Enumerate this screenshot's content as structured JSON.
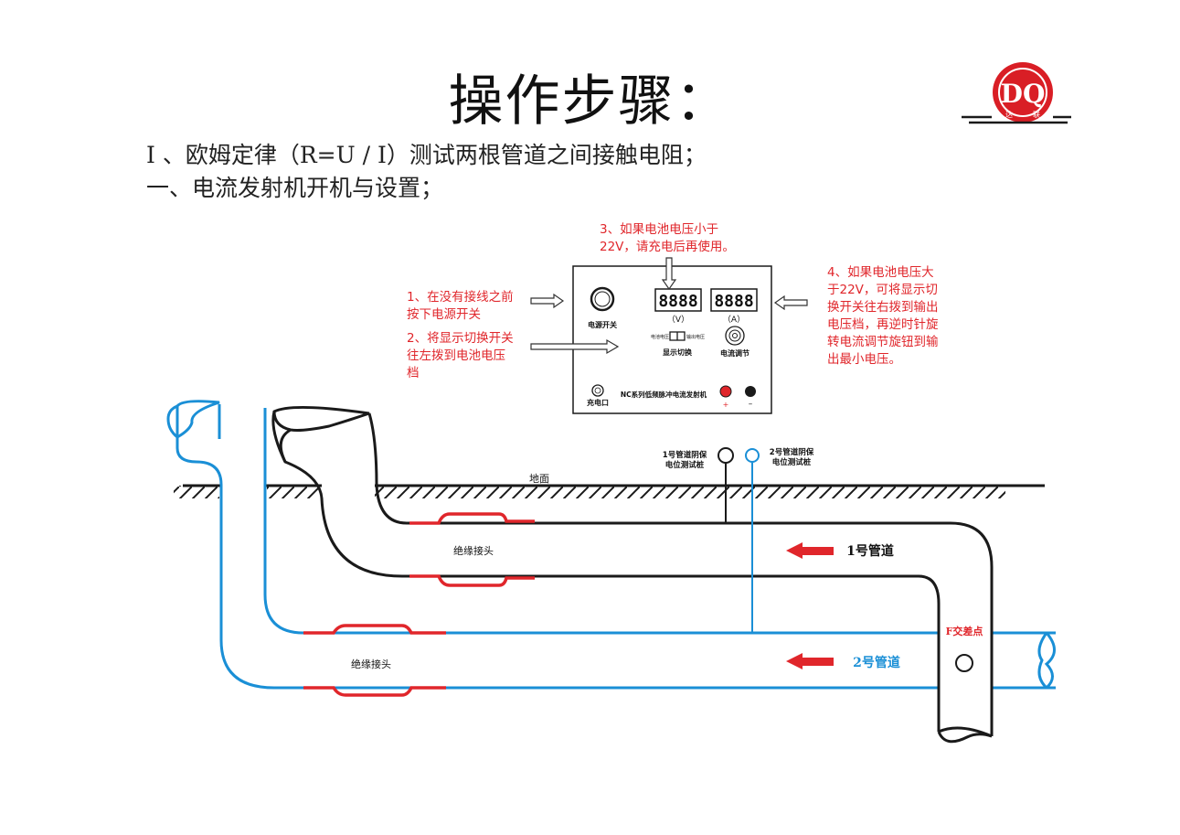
{
  "header": {
    "title": "操作步骤：",
    "line1": "Ⅰ 、欧姆定律（R=U / I）测试两根管道之间接触电阻；",
    "line2": "一、电流发射机开机与设置；"
  },
  "logo": {
    "letters": "DQ",
    "text_left": "达",
    "text_right": "联"
  },
  "notes": {
    "n1": [
      "1、在没有接线之前",
      "按下电源开关"
    ],
    "n2": [
      "2、将显示切换开关",
      "往左拨到电池电压",
      "档"
    ],
    "n3": [
      "3、如果电池电压小于",
      "22V，请充电后再使用。"
    ],
    "n4": [
      "4、如果电池电压大",
      "于22V，可将显示切",
      "换开关往右拨到输出",
      "电压档，再逆时针旋",
      "转电流调节旋钮到输",
      "出最小电压。"
    ]
  },
  "device": {
    "display_v": "8888",
    "display_a": "8888",
    "label_v": "（V）",
    "label_a": "（A）",
    "power_switch": "电源开关",
    "display_switch": "显示切换",
    "switch_left": "电池电压",
    "switch_right": "输出电压",
    "current_adjust": "电流调节",
    "charge_port": "充电口",
    "model": "NC系列低频脉冲电流发射机",
    "plus": "+",
    "minus": "–"
  },
  "diagram": {
    "ground": "地面",
    "stake1": [
      "1号管道阴保",
      "电位测试桩"
    ],
    "stake2": [
      "2号管道阴保",
      "电位测试桩"
    ],
    "insulating_joint_1": "绝缘接头",
    "insulating_joint_2": "绝缘接头",
    "pipe1": "1号管道",
    "pipe2": "2号管道",
    "cross_point": "F交差点"
  },
  "colors": {
    "red": "#e0262b",
    "blue": "#1a8fd6",
    "black": "#1a1a1a",
    "logo_red": "#d91e25"
  }
}
